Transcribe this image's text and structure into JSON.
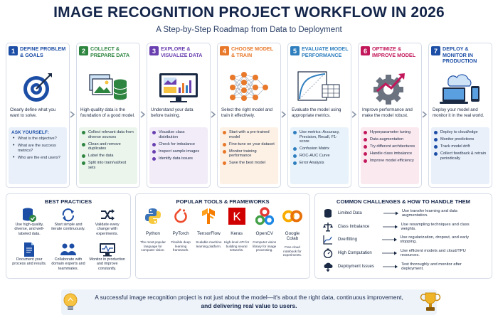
{
  "header": {
    "title": "IMAGE RECOGNITION PROJECT WORKFLOW IN 2026",
    "subtitle": "A Step-by-Step Roadmap from Data to Deployment"
  },
  "steps": [
    {
      "num": "1",
      "title": "DEFINE PROBLEM & GOALS",
      "icon": "target-icon",
      "color": "#1d4ea6",
      "tint": "#e9f0fa",
      "desc": "Clearly define what you want to solve.",
      "sub_head": "ASK YOURSELF:",
      "items": [
        "What is the objective?",
        "What are the success metrics?",
        "Who are the end users?"
      ]
    },
    {
      "num": "2",
      "title": "COLLECT & PREPARE DATA",
      "icon": "images-database-icon",
      "color": "#2e8540",
      "tint": "#ebf5ec",
      "desc": "High-quality data is the foundation of a good model.",
      "items": [
        "Collect relevant data from diverse sources",
        "Clean and remove duplicates",
        "Label the data",
        "Split into train/val/test",
        "sets"
      ]
    },
    {
      "num": "3",
      "title": "EXPLORE & VISUALIZE DATA",
      "icon": "monitor-chart-icon",
      "color": "#6a3fb0",
      "tint": "#f1ecf8",
      "desc": "Understand your data before training.",
      "items": [
        "Visualize class distribution",
        "Check for imbalance",
        "Inspect sample images",
        "Identify data issues"
      ]
    },
    {
      "num": "4",
      "title": "CHOOSE MODEL & TRAIN",
      "icon": "neural-network-icon",
      "color": "#e8782a",
      "tint": "#fdf1e6",
      "desc": "Select the right model and train it effectively.",
      "items": [
        "Start with a pre-trained model",
        "Fine-tune on your dataset",
        "Monitor training performance",
        "Save the best model"
      ]
    },
    {
      "num": "5",
      "title": "EVALUATE MODEL PERFORMANCE",
      "icon": "roc-curve-icon",
      "color": "#2f7fbf",
      "tint": "#e8f2fa",
      "desc": "Evaluate the model using appropriate metrics.",
      "items": [
        "Use metrics: Accuracy, Precision, Recall, F1-score",
        "Confusion Matrix",
        "ROC-AUC Curve",
        "Error Analysis"
      ]
    },
    {
      "num": "6",
      "title": "OPTIMIZE & IMPROVE MODEL",
      "icon": "gear-arrow-icon",
      "color": "#c2185b",
      "tint": "#fbe9f0",
      "desc": "Improve performance and make the model robust.",
      "items": [
        "Hyperparameter tuning",
        "Data augmentation",
        "Try different architectures",
        "Handle class imbalance",
        "Improve model efficiency"
      ]
    },
    {
      "num": "7",
      "title": "DEPLOY & MONITOR IN PRODUCTION",
      "icon": "devices-cloud-icon",
      "color": "#1d4ea6",
      "tint": "#e9f0fa",
      "desc": "Deploy your model and monitor it in the real world.",
      "items": [
        "Deploy to cloud/edge",
        "Monitor predictions",
        "Track model drift",
        "Collect feedback & retrain periodically"
      ]
    }
  ],
  "best_practices": {
    "title": "BEST PRACTICES",
    "items": [
      {
        "icon": "database-check-icon",
        "text": "Use high-quality, diverse, and well-labeled data."
      },
      {
        "icon": "iterate-icon",
        "text": "Start simple and iterate continuously."
      },
      {
        "icon": "shuffle-icon",
        "text": "Validate every change with experiments."
      },
      {
        "icon": "document-icon",
        "text": "Document your process and results."
      },
      {
        "icon": "team-icon",
        "text": "Collaborate with domain experts and teammates."
      },
      {
        "icon": "monitor-pulse-icon",
        "text": "Monitor in production and improve constantly."
      }
    ]
  },
  "tools": {
    "title": "POPULAR TOOLS & FRAMEWORKS",
    "items": [
      {
        "name": "Python",
        "icon": "python-logo-icon",
        "desc": "The most popular language for computer vision."
      },
      {
        "name": "PyTorch",
        "icon": "pytorch-logo-icon",
        "desc": "Flexible deep learning framework."
      },
      {
        "name": "TensorFlow",
        "icon": "tensorflow-logo-icon",
        "desc": "Scalable machine learning platform."
      },
      {
        "name": "Keras",
        "icon": "keras-logo-icon",
        "logo_text": "K",
        "desc": "High-level API for building neural networks."
      },
      {
        "name": "OpenCV",
        "icon": "opencv-logo-icon",
        "desc": "Computer vision library for image processing."
      },
      {
        "name": "Google Colab",
        "icon": "colab-logo-icon",
        "logo_text": "CO",
        "desc": "Free cloud notebook for experiments."
      }
    ]
  },
  "challenges": {
    "title": "COMMON CHALLENGES & HOW TO HANDLE THEM",
    "items": [
      {
        "icon": "database-icon",
        "name": "Limited Data",
        "solution": "Use transfer learning and data augmentation."
      },
      {
        "icon": "balance-scale-icon",
        "name": "Class Imbalance",
        "solution": "Use resampling techniques and class weights."
      },
      {
        "icon": "overfit-curve-icon",
        "name": "Overfitting",
        "solution": "Use regularization, dropout, and early stopping."
      },
      {
        "icon": "stopwatch-icon",
        "name": "High Computation",
        "solution": "Use efficient models and cloud/TPU resources."
      },
      {
        "icon": "cloud-deploy-icon",
        "name": "Deployment Issues",
        "solution": "Test thoroughly and monitor after deployment."
      }
    ]
  },
  "banner": {
    "line1": "A successful image recognition project is not just about the model—it's about the right data, continuous improvement,",
    "line2": "and delivering real value to users."
  }
}
